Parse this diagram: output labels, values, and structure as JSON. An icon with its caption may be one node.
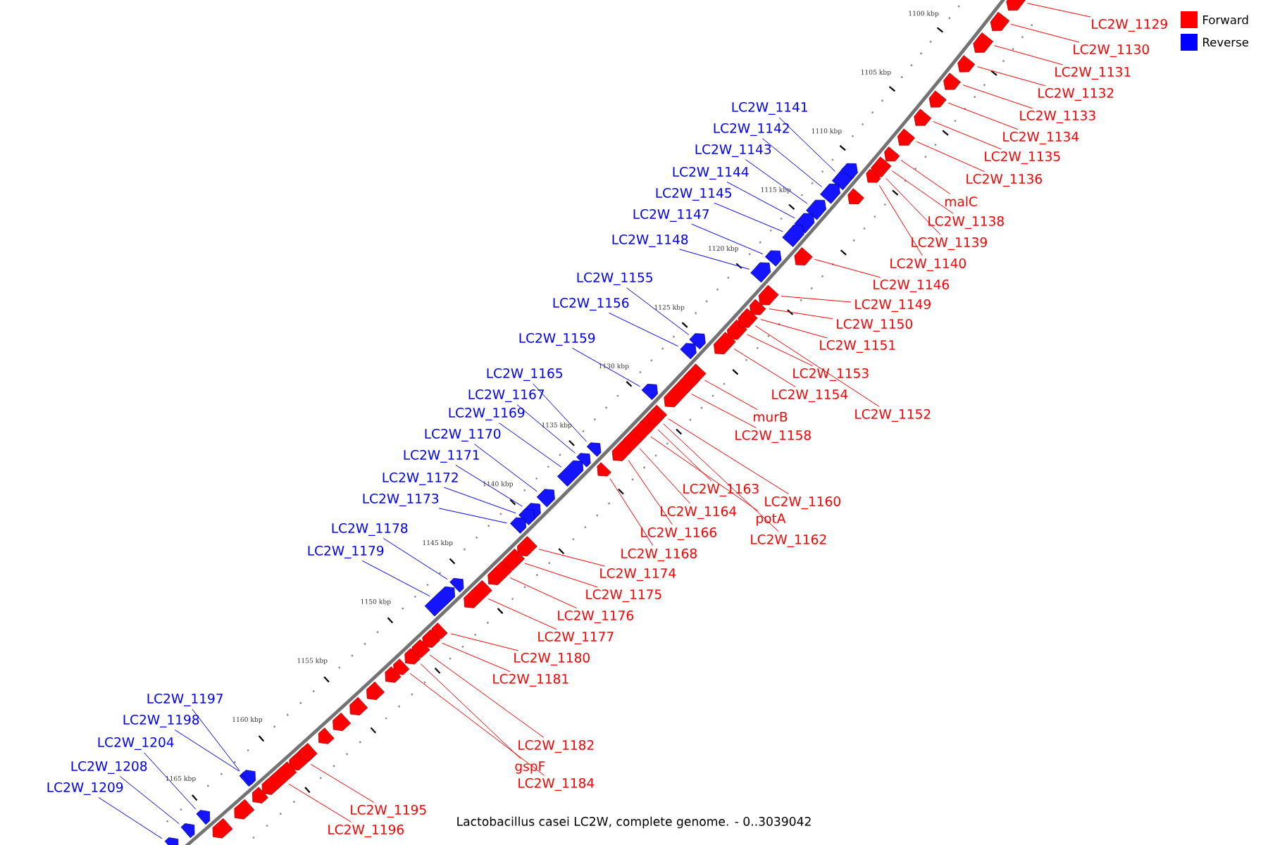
{
  "diagram": {
    "caption": "Lactobacillus casei LC2W, complete genome. - 0..3039042",
    "nodes": [
      {
        "text": [
          "LC2W_1129"
        ]
      },
      {
        "text": [],
        "shape": "box"
      },
      {
        "text": [
          "LC2W_1130"
        ]
      },
      {
        "text": [],
        "shape": "box"
      },
      {
        "text": [
          "LC2W_1131"
        ]
      },
      {
        "text": [],
        "shape": "box"
      },
      {
        "text": [
          "LC2W_1132"
        ]
      },
      {
        "text": [],
        "shape": "box"
      },
      {
        "text": [
          "LC2W_1133"
        ]
      },
      {
        "text": [],
        "shape": "box"
      },
      {
        "text": [
          "LC2W_1134"
        ]
      },
      {
        "text": [],
        "shape": "box"
      },
      {
        "text": [
          "LC2W_1135"
        ]
      },
      {
        "text": [],
        "shape": "box"
      },
      {
        "text": [
          "LC2W_1136"
        ]
      },
      {
        "text": [],
        "shape": "box"
      },
      {
        "text": [
          "malC"
        ]
      },
      {
        "text": [],
        "shape": "box"
      },
      {
        "text": [
          "LC2W_1138"
        ]
      },
      {
        "text": [],
        "shape": "box"
      },
      {
        "text": [
          "LC2W_1139"
        ]
      },
      {
        "text": [],
        "shape": "box"
      },
      {
        "text": [
          "LC2W_1140"
        ]
      },
      {
        "text": [],
        "shape": "box"
      },
      {
        "text": [
          "LC2W_1146"
        ]
      },
      {
        "text": [],
        "shape": "box"
      },
      {
        "text": [
          "LC2W_1149"
        ]
      },
      {
        "text": [],
        "shape": "box"
      },
      {
        "text": [
          "LC2W_1150"
        ]
      },
      {
        "text": [],
        "shape": "box"
      },
      {
        "text": [
          "LC2W_1151"
        ]
      },
      {
        "text": [],
        "shape": "box"
      },
      {
        "text": [
          "LC2W_1153"
        ]
      },
      {
        "text": [],
        "shape": "box"
      },
      {
        "text": [
          "LC2W_1154"
        ]
      },
      {
        "text": [],
        "shape": "box"
      },
      {
        "text": [
          "LC2W_1152"
        ]
      },
      {
        "text": [],
        "shape": "box"
      },
      {
        "text": [
          "murB"
        ]
      },
      {
        "text": [],
        "shape": "box"
      },
      {
        "text": [
          "LC2W_1158"
        ]
      },
      {
        "text": [],
        "shape": "box"
      },
      {
        "text": [
          "LC2W_1163"
        ]
      },
      {
        "text": [],
        "shape": "box"
      },
      {
        "text": [
          "LC2W_1160"
        ]
      },
      {
        "text": [],
        "shape": "box"
      },
      {
        "text": [
          "potA"
        ]
      },
      {
        "text": [],
        "shape": "box"
      },
      {
        "text": [
          "LC2W_1164"
        ]
      },
      {
        "text": [],
        "shape": "box"
      },
      {
        "text": [
          "LC2W_1162"
        ]
      },
      {
        "text": [],
        "shape": "box"
      },
      {
        "text": [
          "LC2W_1166"
        ]
      },
      {
        "text": [],
        "shape": "box"
      },
      {
        "text": [
          "LC2W_1168"
        ]
      },
      {
        "text": [],
        "shape": "box"
      },
      {
        "text": [
          "LC2W_1174"
        ]
      },
      {
        "text": [],
        "shape": "box"
      },
      {
        "text": [
          "LC2W_1175"
        ]
      },
      {
        "text": [],
        "shape": "box"
      },
      {
        "text": [
          "LC2W_1176"
        ]
      },
      {
        "text": [],
        "shape": "box"
      },
      {
        "text": [
          "LC2W_1177"
        ]
      },
      {
        "text": [],
        "shape": "box"
      },
      {
        "text": [
          "LC2W_1180"
        ]
      },
      {
        "text": [],
        "shape": "box"
      },
      {
        "text": [
          "LC2W_1181"
        ]
      },
      {
        "text": [],
        "shape": "box"
      },
      {
        "text": [
          "LC2W_1182"
        ]
      },
      {
        "text": [],
        "shape": "box"
      },
      {
        "text": [
          "gspF"
        ]
      },
      {
        "text": [],
        "shape": "box"
      },
      {
        "text": [
          "LC2W_1184"
        ]
      },
      {
        "text": [],
        "shape": "box"
      },
      {
        "text": [
          "LC2W_1195"
        ]
      },
      {
        "text": [],
        "shape": "box"
      },
      {
        "text": [
          "LC2W_1196"
        ]
      },
      {
        "text": [],
        "shape": "box"
      },
      {
        "text": [
          "LC2W_1141"
        ]
      },
      {
        "text": [],
        "shape": "box"
      },
      {
        "text": [
          "LC2W_1142"
        ]
      },
      {
        "text": [],
        "shape": "box"
      },
      {
        "text": [
          "LC2W_1143"
        ]
      },
      {
        "text": [],
        "shape": "box"
      },
      {
        "text": [
          "LC2W_1144"
        ]
      },
      {
        "text": [],
        "shape": "box"
      },
      {
        "text": [
          "LC2W_1145"
        ]
      },
      {
        "text": [],
        "shape": "box"
      },
      {
        "text": [
          "LC2W_1147"
        ]
      },
      {
        "text": [],
        "shape": "box"
      },
      {
        "text": [
          "LC2W_1148"
        ]
      },
      {
        "text": [],
        "shape": "box"
      },
      {
        "text": [
          "LC2W_1155"
        ]
      },
      {
        "text": [],
        "shape": "box"
      },
      {
        "text": [
          "LC2W_1156"
        ]
      },
      {
        "text": [],
        "shape": "box"
      },
      {
        "text": [
          "LC2W_1159"
        ]
      },
      {
        "text": [],
        "shape": "box"
      },
      {
        "text": [
          "LC2W_1165"
        ]
      },
      {
        "text": [],
        "shape": "box"
      },
      {
        "text": [
          "LC2W_1167"
        ]
      },
      {
        "text": [],
        "shape": "box"
      },
      {
        "text": [
          "LC2W_1169"
        ]
      },
      {
        "text": [],
        "shape": "box"
      },
      {
        "text": [
          "LC2W_1170"
        ]
      },
      {
        "text": [],
        "shape": "box"
      },
      {
        "text": [
          "LC2W_1171"
        ]
      },
      {
        "text": [],
        "shape": "box"
      },
      {
        "text": [
          "LC2W_1172"
        ]
      },
      {
        "text": [],
        "shape": "box"
      },
      {
        "text": [
          "LC2W_1173"
        ]
      },
      {
        "text": [],
        "shape": "box"
      },
      {
        "text": [
          "LC2W_1178"
        ]
      },
      {
        "text": [],
        "shape": "box"
      },
      {
        "text": [
          "LC2W_1179"
        ]
      },
      {
        "text": [],
        "shape": "box"
      },
      {
        "text": [
          "LC2W_1197"
        ]
      },
      {
        "text": [],
        "shape": "box"
      },
      {
        "text": [
          "LC2W_1198"
        ]
      },
      {
        "text": [],
        "shape": "box"
      },
      {
        "text": [
          "LC2W_1204"
        ]
      },
      {
        "text": [],
        "shape": "box"
      },
      {
        "text": [
          "LC2W_1208"
        ]
      },
      {
        "text": [],
        "shape": "box"
      },
      {
        "text": [
          "LC2W_1209"
        ]
      },
      {
        "text": [],
        "shape": "box"
      },
      {
        "text": [],
        "shape": "box"
      },
      {
        "text": [],
        "shape": "box"
      },
      {
        "text": [],
        "shape": "box"
      },
      {
        "text": [],
        "shape": "box"
      },
      {
        "text": [],
        "shape": "box"
      },
      {
        "text": [],
        "shape": "box"
      },
      {
        "text": [],
        "shape": "box"
      },
      {
        "text": [],
        "shape": "box"
      },
      {
        "text": [],
        "shape": "box"
      },
      {
        "text": [],
        "shape": "box"
      },
      {
        "text": [],
        "shape": "box"
      }
    ],
    "edges": [
      {
        "from": 0,
        "to": 1,
        "arrow": "none"
      },
      {
        "from": 2,
        "to": 3,
        "arrow": "none"
      },
      {
        "from": 4,
        "to": 5,
        "arrow": "none"
      },
      {
        "from": 6,
        "to": 7,
        "arrow": "none"
      },
      {
        "from": 8,
        "to": 9,
        "arrow": "none"
      },
      {
        "from": 10,
        "to": 11,
        "arrow": "none"
      },
      {
        "from": 12,
        "to": 13,
        "arrow": "none"
      },
      {
        "from": 14,
        "to": 15,
        "arrow": "none"
      },
      {
        "from": 16,
        "to": 17,
        "arrow": "none"
      },
      {
        "from": 18,
        "to": 19,
        "arrow": "none"
      },
      {
        "from": 20,
        "to": 21,
        "arrow": "none"
      },
      {
        "from": 22,
        "to": 23,
        "arrow": "none"
      },
      {
        "from": 24,
        "to": 25,
        "arrow": "none"
      },
      {
        "from": 26,
        "to": 27,
        "arrow": "none"
      },
      {
        "from": 28,
        "to": 29,
        "arrow": "none"
      },
      {
        "from": 30,
        "to": 31,
        "arrow": "none"
      },
      {
        "from": 32,
        "to": 33,
        "arrow": "none"
      },
      {
        "from": 34,
        "to": 35,
        "arrow": "none"
      },
      {
        "from": 36,
        "to": 37,
        "arrow": "none"
      },
      {
        "from": 38,
        "to": 39,
        "arrow": "none"
      },
      {
        "from": 40,
        "to": 41,
        "arrow": "none"
      },
      {
        "from": 42,
        "to": 43,
        "arrow": "none"
      },
      {
        "from": 44,
        "to": 45,
        "arrow": "none"
      },
      {
        "from": 46,
        "to": 47,
        "arrow": "none"
      },
      {
        "from": 48,
        "to": 49,
        "arrow": "none"
      },
      {
        "from": 50,
        "to": 51,
        "arrow": "none"
      },
      {
        "from": 52,
        "to": 53,
        "arrow": "none"
      },
      {
        "from": 54,
        "to": 55,
        "arrow": "none"
      },
      {
        "from": 56,
        "to": 57,
        "arrow": "none"
      },
      {
        "from": 58,
        "to": 59,
        "arrow": "none"
      },
      {
        "from": 60,
        "to": 61,
        "arrow": "none"
      },
      {
        "from": 62,
        "to": 63,
        "arrow": "none"
      },
      {
        "from": 64,
        "to": 65,
        "arrow": "none"
      },
      {
        "from": 66,
        "to": 67,
        "arrow": "none"
      },
      {
        "from": 68,
        "to": 69,
        "arrow": "none"
      },
      {
        "from": 70,
        "to": 71,
        "arrow": "none"
      },
      {
        "from": 72,
        "to": 73,
        "arrow": "none"
      },
      {
        "from": 74,
        "to": 75,
        "arrow": "none"
      },
      {
        "from": 76,
        "to": 77,
        "arrow": "none"
      },
      {
        "from": 78,
        "to": 79,
        "arrow": "none",
        "color": "#0000ff"
      },
      {
        "from": 80,
        "to": 81,
        "arrow": "none",
        "color": "#0000ff"
      },
      {
        "from": 82,
        "to": 83,
        "arrow": "none",
        "color": "#0000ff"
      },
      {
        "from": 84,
        "to": 85,
        "arrow": "none",
        "color": "#0000ff"
      },
      {
        "from": 86,
        "to": 87,
        "arrow": "none",
        "color": "#0000ff"
      },
      {
        "from": 88,
        "to": 89,
        "arrow": "none",
        "color": "#0000ff"
      },
      {
        "from": 90,
        "to": 91,
        "arrow": "none",
        "color": "#0000ff"
      },
      {
        "from": 92,
        "to": 93,
        "arrow": "none",
        "color": "#0000ff"
      },
      {
        "from": 94,
        "to": 95,
        "arrow": "none",
        "color": "#0000ff"
      },
      {
        "from": 96,
        "to": 97,
        "arrow": "none",
        "color": "#0000ff"
      },
      {
        "from": 98,
        "to": 99,
        "arrow": "none",
        "color": "#0000ff"
      },
      {
        "from": 100,
        "to": 101,
        "arrow": "none",
        "color": "#0000ff"
      },
      {
        "from": 102,
        "to": 103,
        "arrow": "none",
        "color": "#0000ff"
      },
      {
        "from": 104,
        "to": 105,
        "arrow": "none",
        "color": "#0000ff"
      },
      {
        "from": 106,
        "to": 107,
        "arrow": "none",
        "color": "#0000ff"
      },
      {
        "from": 108,
        "to": 109,
        "arrow": "none",
        "color": "#0000ff"
      },
      {
        "from": 110,
        "to": 111,
        "arrow": "none",
        "color": "#0000ff"
      },
      {
        "from": 112,
        "to": 113,
        "arrow": "none",
        "color": "#0000ff"
      },
      {
        "from": 114,
        "to": 115,
        "arrow": "none",
        "color": "#0000ff"
      },
      {
        "from": 116,
        "to": 117,
        "arrow": "none",
        "color": "#0000ff"
      },
      {
        "from": 118,
        "to": 119,
        "arrow": "none",
        "color": "#0000ff"
      },
      {
        "from": 120,
        "to": 121,
        "arrow": "none",
        "color": "#0000ff"
      },
      {
        "from": 122,
        "to": 123,
        "arrow": "none",
        "color": "#0000ff"
      },
      {
        "from": 124,
        "to": 125,
        "arrow": "none",
        "color": "#0000ff"
      }
    ],
    "labels": [
      "1100 kbp",
      "1105 kbp",
      "1110 kbp",
      "1115 kbp",
      "1120 kbp",
      "1125 kbp",
      "1130 kbp",
      "1135 kbp",
      "1140 kbp",
      "1145 kbp",
      "1150 kbp",
      "1155 kbp",
      "1160 kbp",
      "1165 kbp"
    ],
    "legend": [
      {
        "text": "Forward",
        "color": "#ff0000"
      },
      {
        "text": "Reverse",
        "color": "#0000ff"
      }
    ]
  }
}
